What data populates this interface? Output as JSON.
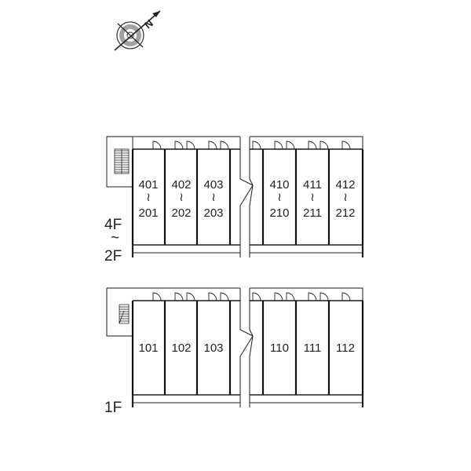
{
  "compass": {
    "icon": "compass-north-icon",
    "label": "N"
  },
  "upper_block": {
    "floor_label_top": "4F",
    "floor_label_mid": "~",
    "floor_label_bottom": "2F",
    "units_left": [
      {
        "top": "401",
        "bottom": "201"
      },
      {
        "top": "402",
        "bottom": "202"
      },
      {
        "top": "403",
        "bottom": "203"
      }
    ],
    "units_right": [
      {
        "top": "410",
        "bottom": "210"
      },
      {
        "top": "411",
        "bottom": "211"
      },
      {
        "top": "412",
        "bottom": "212"
      }
    ],
    "range_mark": "≀"
  },
  "lower_block": {
    "floor_label": "1F",
    "units_left": [
      "101",
      "102",
      "103"
    ],
    "units_right": [
      "110",
      "111",
      "112"
    ]
  }
}
